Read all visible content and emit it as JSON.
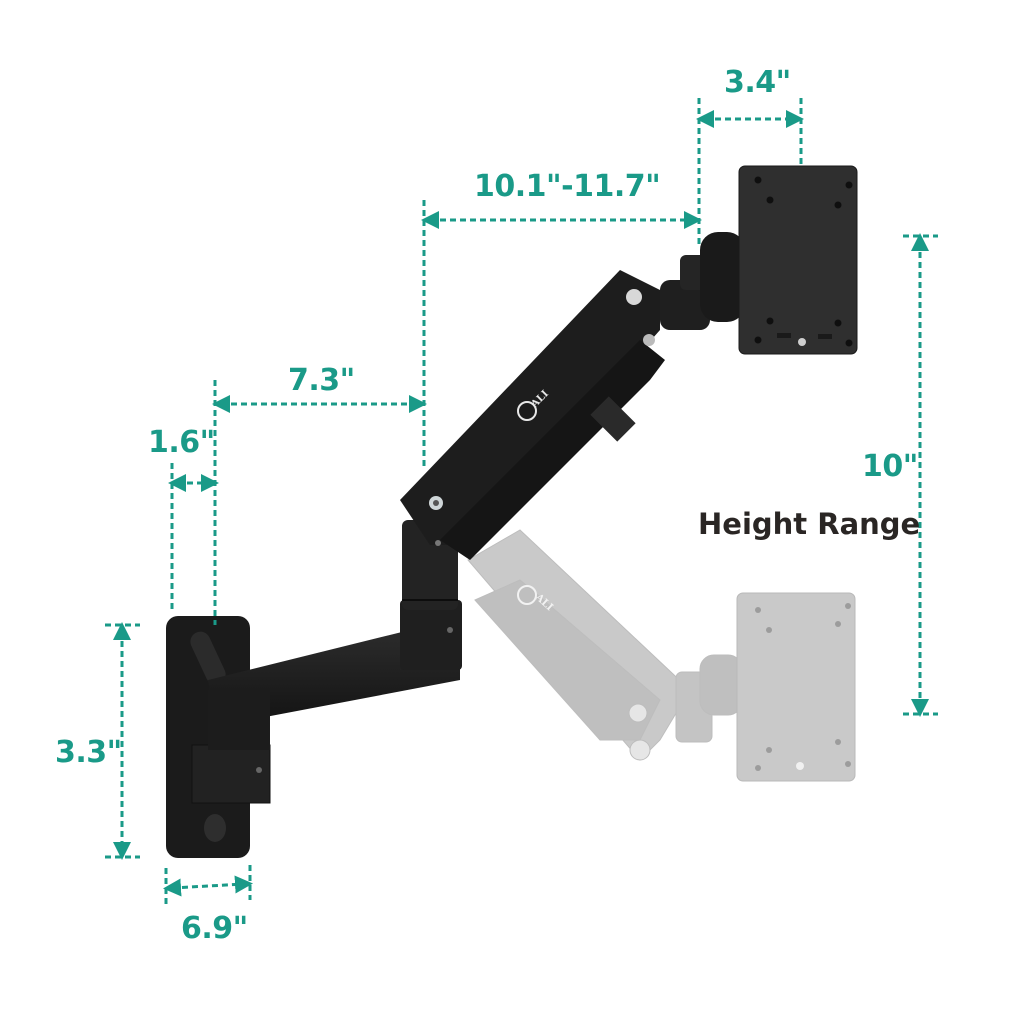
{
  "diagram": {
    "subject": "Monitor wall mount arm with gas spring",
    "brand": "WALI",
    "accent_color": "#1a9a88",
    "caption_color": "#2a2624",
    "arm_color": "#1e1e1e",
    "ghost_color": "#c8c8c8"
  },
  "dimensions": {
    "vesa_plate_width": "3.4\"",
    "upper_arm_reach": "10.1\"-11.7\"",
    "lower_arm_reach": "7.3\"",
    "plate_offset": "1.6\"",
    "wall_plate_height": "3.3\"",
    "wall_plate_width": "6.9\"",
    "height_range_value": "10\""
  },
  "captions": {
    "height_range": "Height Range"
  },
  "logo": {
    "main_arm": "ALI",
    "ghost_arm": "ALI"
  }
}
